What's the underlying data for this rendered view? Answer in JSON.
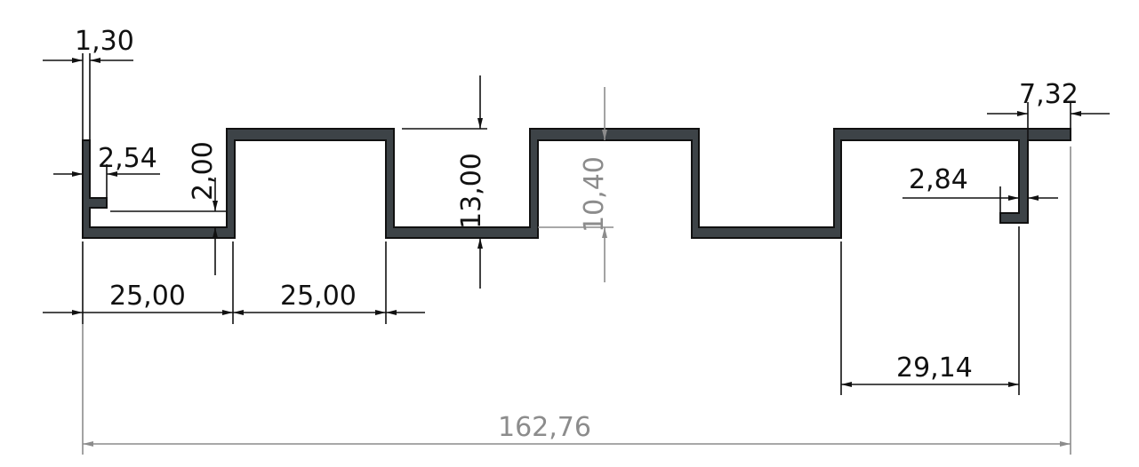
{
  "colors": {
    "profile_fill": "#3d4347",
    "dimension_black": "#111111",
    "dimension_gray": "#8c8c8c"
  },
  "dimensions": {
    "flange_thickness": "1,30",
    "lip_offset": "2,54",
    "lip_height": "2,00",
    "rib_height": "13,00",
    "inner_rib_height": "10,40",
    "right_overhang": "7,32",
    "right_lip_offset": "2,84",
    "pitch_1": "25,00",
    "pitch_2": "25,00",
    "right_span": "29,14",
    "overall_width": "162,76"
  }
}
